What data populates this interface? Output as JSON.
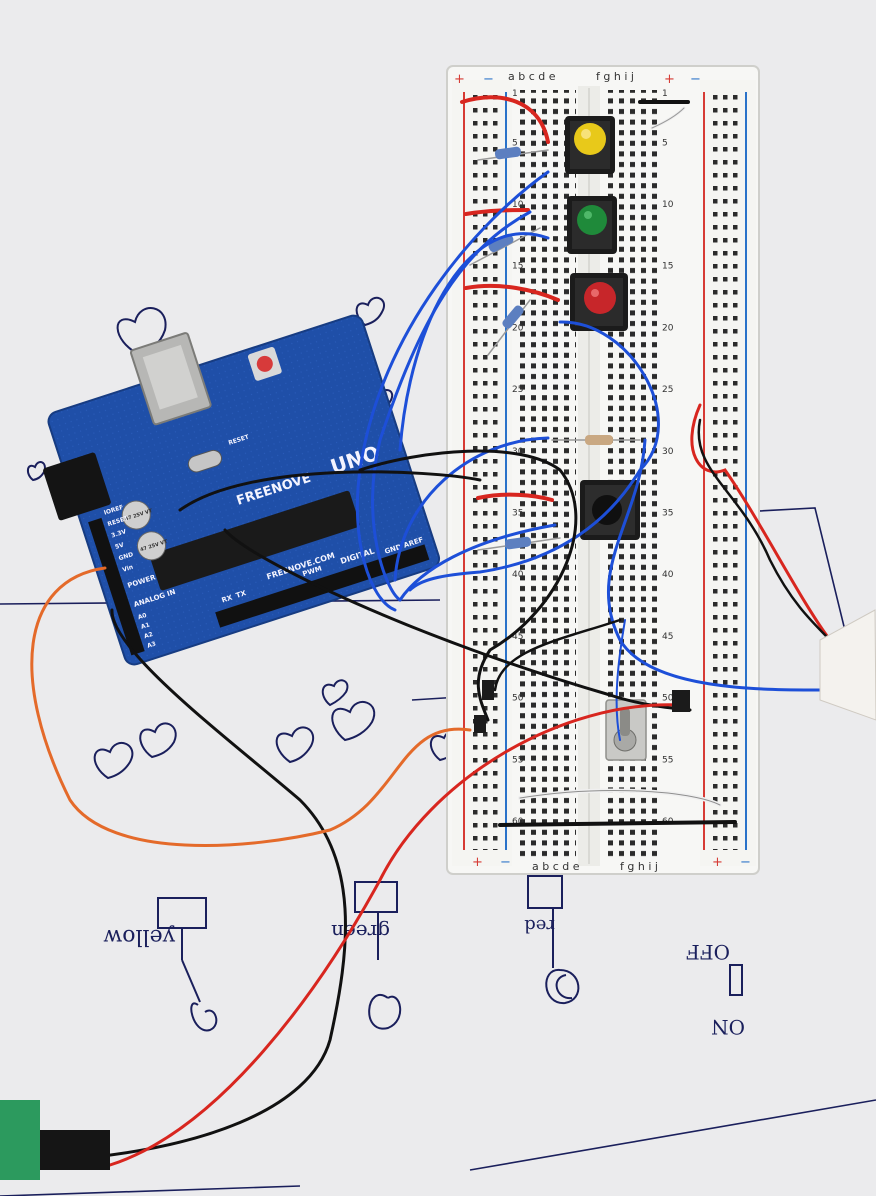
{
  "photo": {
    "breadboard": {
      "column_letters_top_left": "a b c d e",
      "column_letters_top_right": "f g h i j",
      "column_letters_bottom_left": "a b c d e",
      "column_letters_bottom_right": "f g h i j",
      "row_numbers": [
        "1",
        "5",
        "10",
        "15",
        "20",
        "25",
        "30",
        "35",
        "40",
        "45",
        "50",
        "55",
        "60"
      ],
      "rail_plus": "+",
      "rail_minus": "−"
    },
    "arduino": {
      "brand": "FREENOVE",
      "model": "UNO",
      "footer": "FREENOVE.COM",
      "labels": [
        "AREF",
        "GND",
        "DIGITAL",
        "PWM",
        "TX",
        "RX",
        "IOREF",
        "RESET",
        "3.3V",
        "5V",
        "GND",
        "Vin",
        "POWER",
        "ANALOG IN",
        "A0",
        "A1",
        "A2",
        "A3",
        "RESET"
      ],
      "cap_label_1": "47 25V VT",
      "cap_label_2": "47 25V VT"
    },
    "handwriting": {
      "yellow": "yellow",
      "green": "green",
      "red": "red",
      "on": "ON",
      "off": "OFF"
    },
    "colors": {
      "paper": "#e9e9ea",
      "board_blue": "#1f4fa8",
      "wire_blue": "#1d4fd8",
      "wire_red": "#d8261f",
      "wire_orange": "#e46a2a",
      "wire_black": "#111111",
      "ink": "#1a1f5c"
    }
  }
}
